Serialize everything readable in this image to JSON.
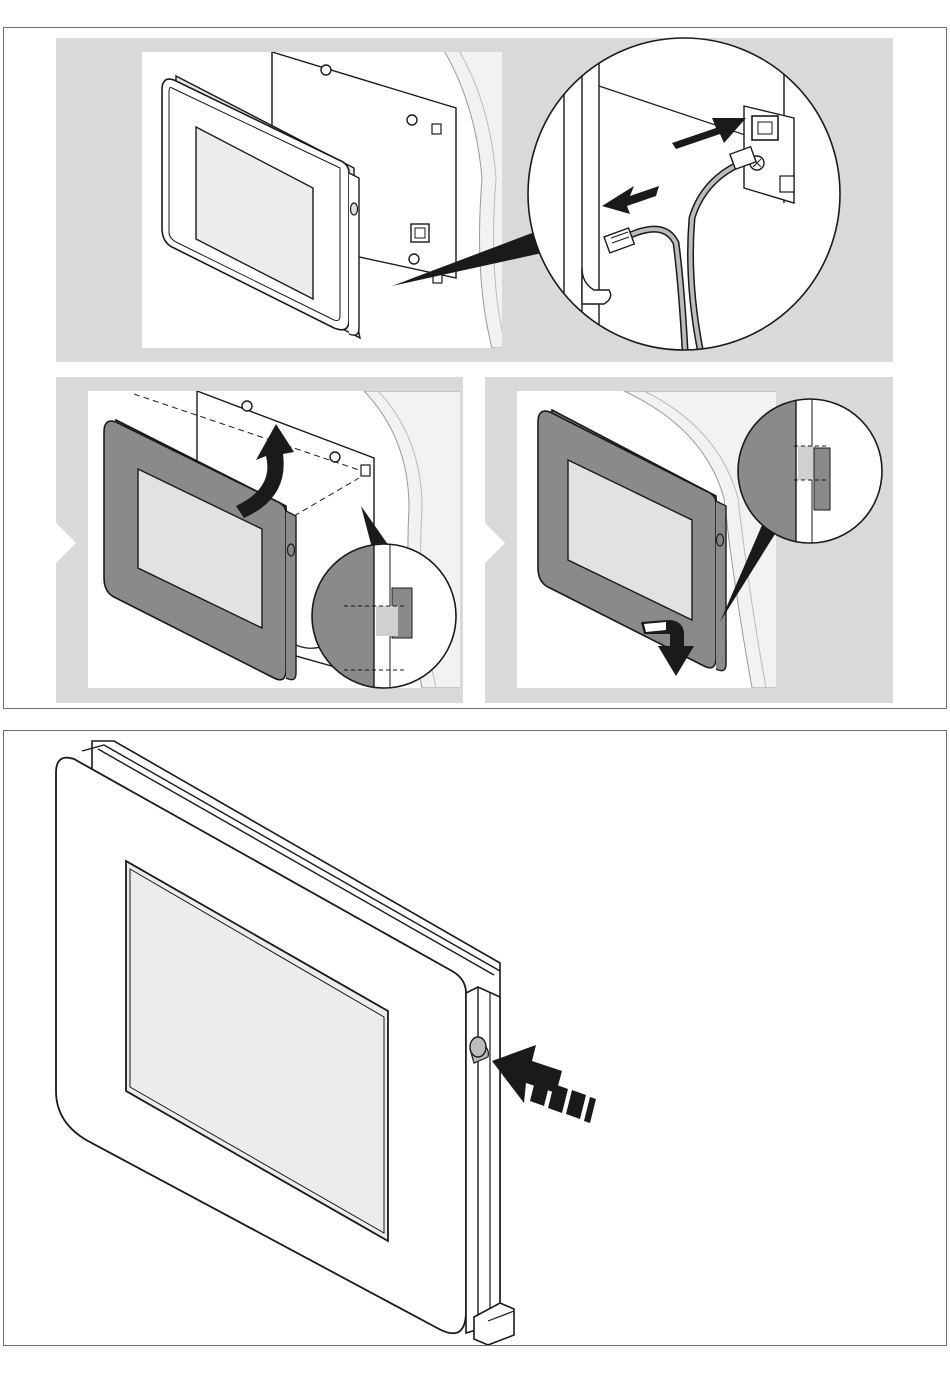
{
  "figure": {
    "panels": [
      {
        "name": "step-1-disconnect-connector"
      },
      {
        "name": "step-2-lift-device-off"
      },
      {
        "name": "step-3-hook-device-in"
      },
      {
        "name": "step-4-press-release-button"
      }
    ],
    "colors": {
      "panel_bg": "#d9d9d9",
      "line": "#1a1a1a",
      "screen": "#ececec",
      "device_dark": "#8a8a8a",
      "device_dark_screen": "#e2e2e2",
      "wall": "#f2f2f2",
      "frame_border": "#6f6f6f"
    },
    "icons": [
      "arrow-icon",
      "arrow-icon",
      "arrow-icon",
      "arrow-icon",
      "dashed-arrow-icon"
    ]
  }
}
